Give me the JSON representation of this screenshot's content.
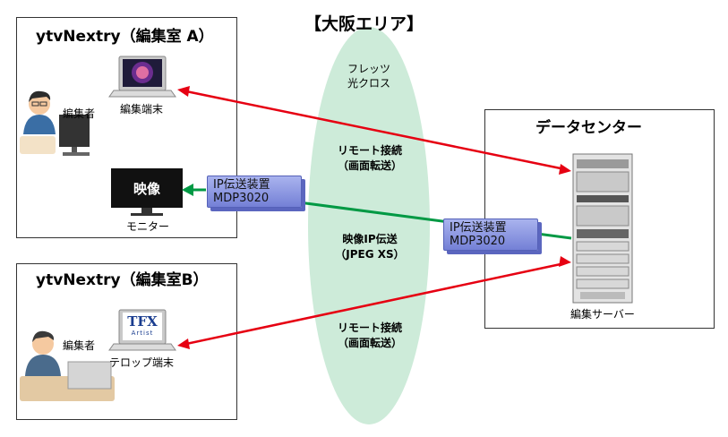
{
  "header": {
    "region_title": "【大阪エリア】"
  },
  "network": {
    "name_line1": "フレッツ",
    "name_line2": "光クロス",
    "link_top_line1": "リモート接続",
    "link_top_line2": "（画面転送）",
    "link_mid_line1": "映像IP伝送",
    "link_mid_line2": "（JPEG XS）",
    "link_bottom_line1": "リモート接続",
    "link_bottom_line2": "（画面転送）"
  },
  "room_a": {
    "title": "ytvNextry（編集室 A）",
    "editor_label": "編集者",
    "terminal_label": "編集端末",
    "monitor_screen_text": "映像",
    "monitor_label": "モニター",
    "device_line1": "IP伝送装置",
    "device_line2": "MDP3020"
  },
  "room_b": {
    "title": "ytvNextry（編集室B）",
    "editor_label": "編集者",
    "terminal_label": "テロップ端末",
    "tfx_logo_text": "TFX",
    "tfx_logo_sub": "Artist"
  },
  "datacenter": {
    "title": "データセンター",
    "device_line1": "IP伝送装置",
    "device_line2": "MDP3020",
    "server_label": "編集サーバー"
  },
  "colors": {
    "remote_arrow": "#e60012",
    "video_line": "#009944",
    "network_ellipse": "#cdebd9",
    "device_fill": "#8b96e0"
  },
  "icons": [
    "person-icon",
    "laptop-icon",
    "monitor-icon",
    "server-rack-icon"
  ]
}
